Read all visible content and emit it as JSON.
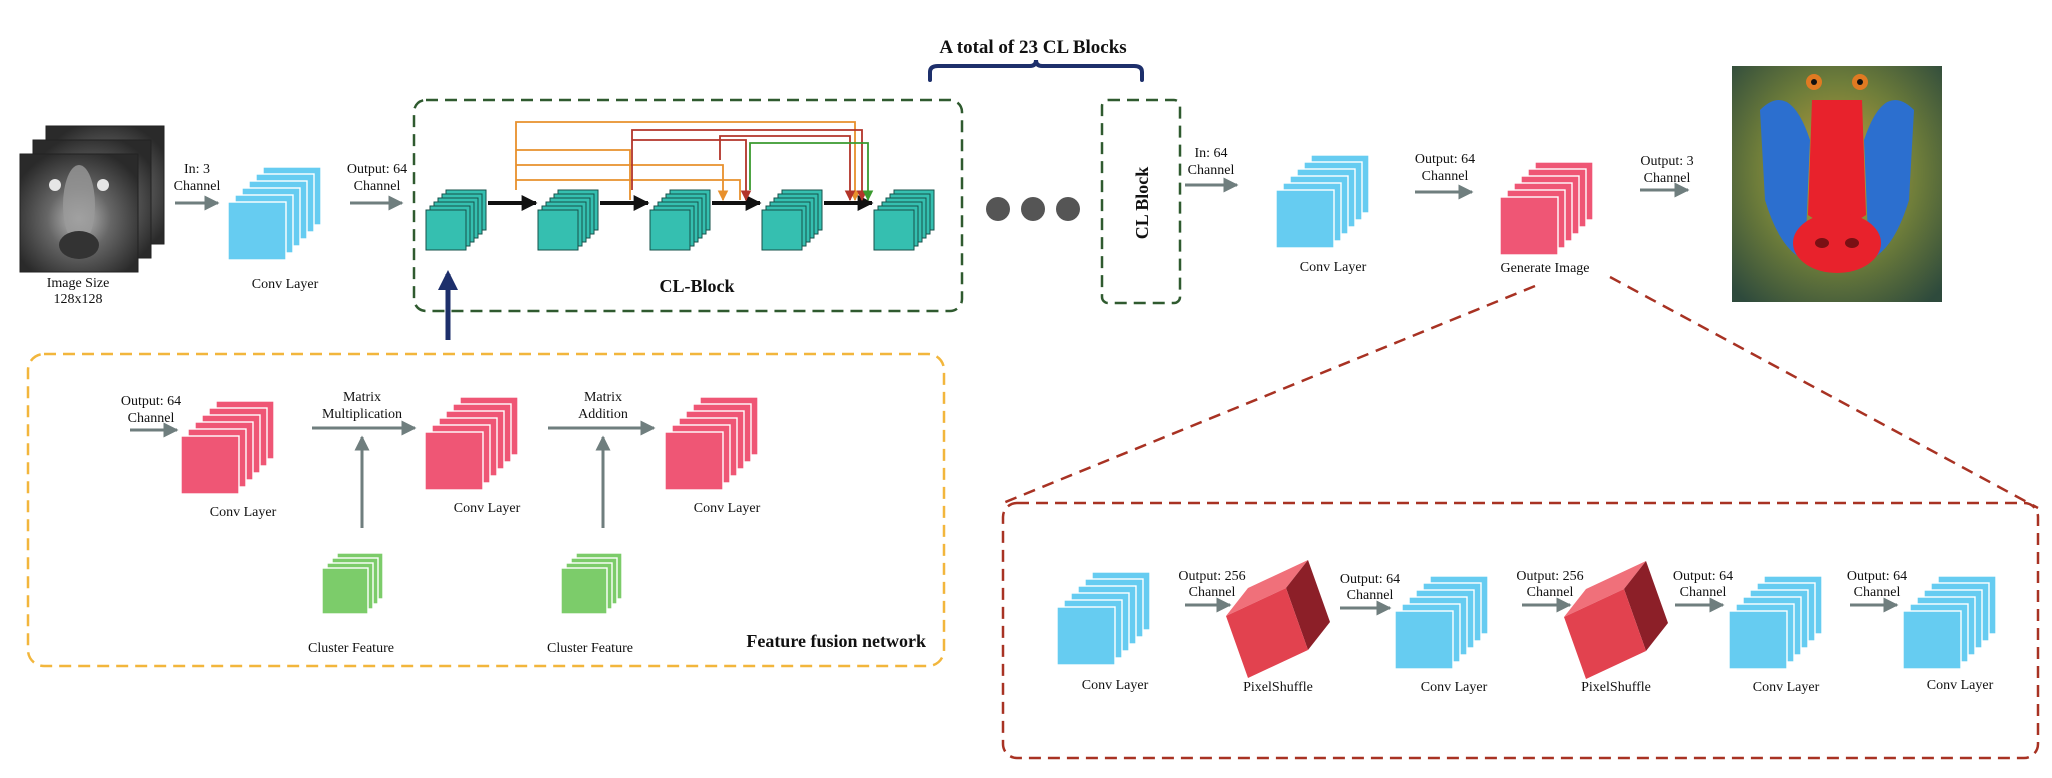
{
  "title": "A total of 23 CL Blocks",
  "input": {
    "label_line1": "Image Size",
    "label_line2": "128x128"
  },
  "conv_in": {
    "arrow_in_1": "In: 3",
    "arrow_in_2": "Channel",
    "label": "Conv Layer",
    "arrow_out_1": "Output: 64",
    "arrow_out_2": "Channel"
  },
  "cl_block": {
    "label": "CL-Block",
    "dots": "●●●",
    "side_label": "CL Block"
  },
  "conv_mid": {
    "arrow_in_1": "In: 64",
    "arrow_in_2": "Channel",
    "label": "Conv Layer",
    "arrow_out_1": "Output: 64",
    "arrow_out_2": "Channel"
  },
  "generate": {
    "label": "Generate Image",
    "arrow_out_1": "Output: 3",
    "arrow_out_2": "Channel"
  },
  "fusion": {
    "title": "Feature fusion network",
    "in_1": "Output: 64",
    "in_2": "Channel",
    "conv1": "Conv Layer",
    "conv2": "Conv Layer",
    "conv3": "Conv Layer",
    "op1_1": "Matrix",
    "op1_2": "Multiplication",
    "op2_1": "Matrix",
    "op2_2": "Addition",
    "cluster1": "Cluster Feature",
    "cluster2": "Cluster Feature"
  },
  "upsample": {
    "conv1": "Conv Layer",
    "out1_1": "Output: 256",
    "out1_2": "Channel",
    "ps1": "PixelShuffle",
    "out2_1": "Output: 64",
    "out2_2": "Channel",
    "conv2": "Conv Layer",
    "out3_1": "Output: 256",
    "out3_2": "Channel",
    "ps2": "PixelShuffle",
    "out4_1": "Output: 64",
    "out4_2": "Channel",
    "conv3": "Conv Layer",
    "out5_1": "Output: 64",
    "out5_2": "Channel",
    "conv4": "Conv Layer"
  },
  "colors": {
    "conv_blue": "#66ccf1",
    "conv_red": "#ef5675",
    "teal": "#35bfb0",
    "cluster_green": "#7ccc6a",
    "pixelshuffle": "#e2424f",
    "green_dash": "#2f5a2f",
    "orange_dash": "#f2b63c",
    "red_dash": "#a83223",
    "arrow_gray": "#6f7e7e",
    "navy": "#1d2f6b"
  }
}
